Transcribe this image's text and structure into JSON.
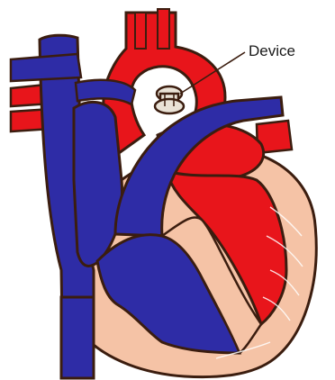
{
  "annotation": {
    "label": "Device"
  },
  "colors": {
    "oxygenated_blood": "#e8151b",
    "deoxygenated_blood": "#2e2ca6",
    "heart_muscle": "#f5c3a6",
    "outline": "#3b1d0f",
    "device": "#e9e2d6"
  },
  "structures": [
    "aorta",
    "pulmonary-artery",
    "superior-vena-cava",
    "inferior-vena-cava",
    "left-atrium",
    "left-ventricle",
    "right-atrium",
    "right-ventricle",
    "myocardium",
    "ductus-closure-device"
  ]
}
